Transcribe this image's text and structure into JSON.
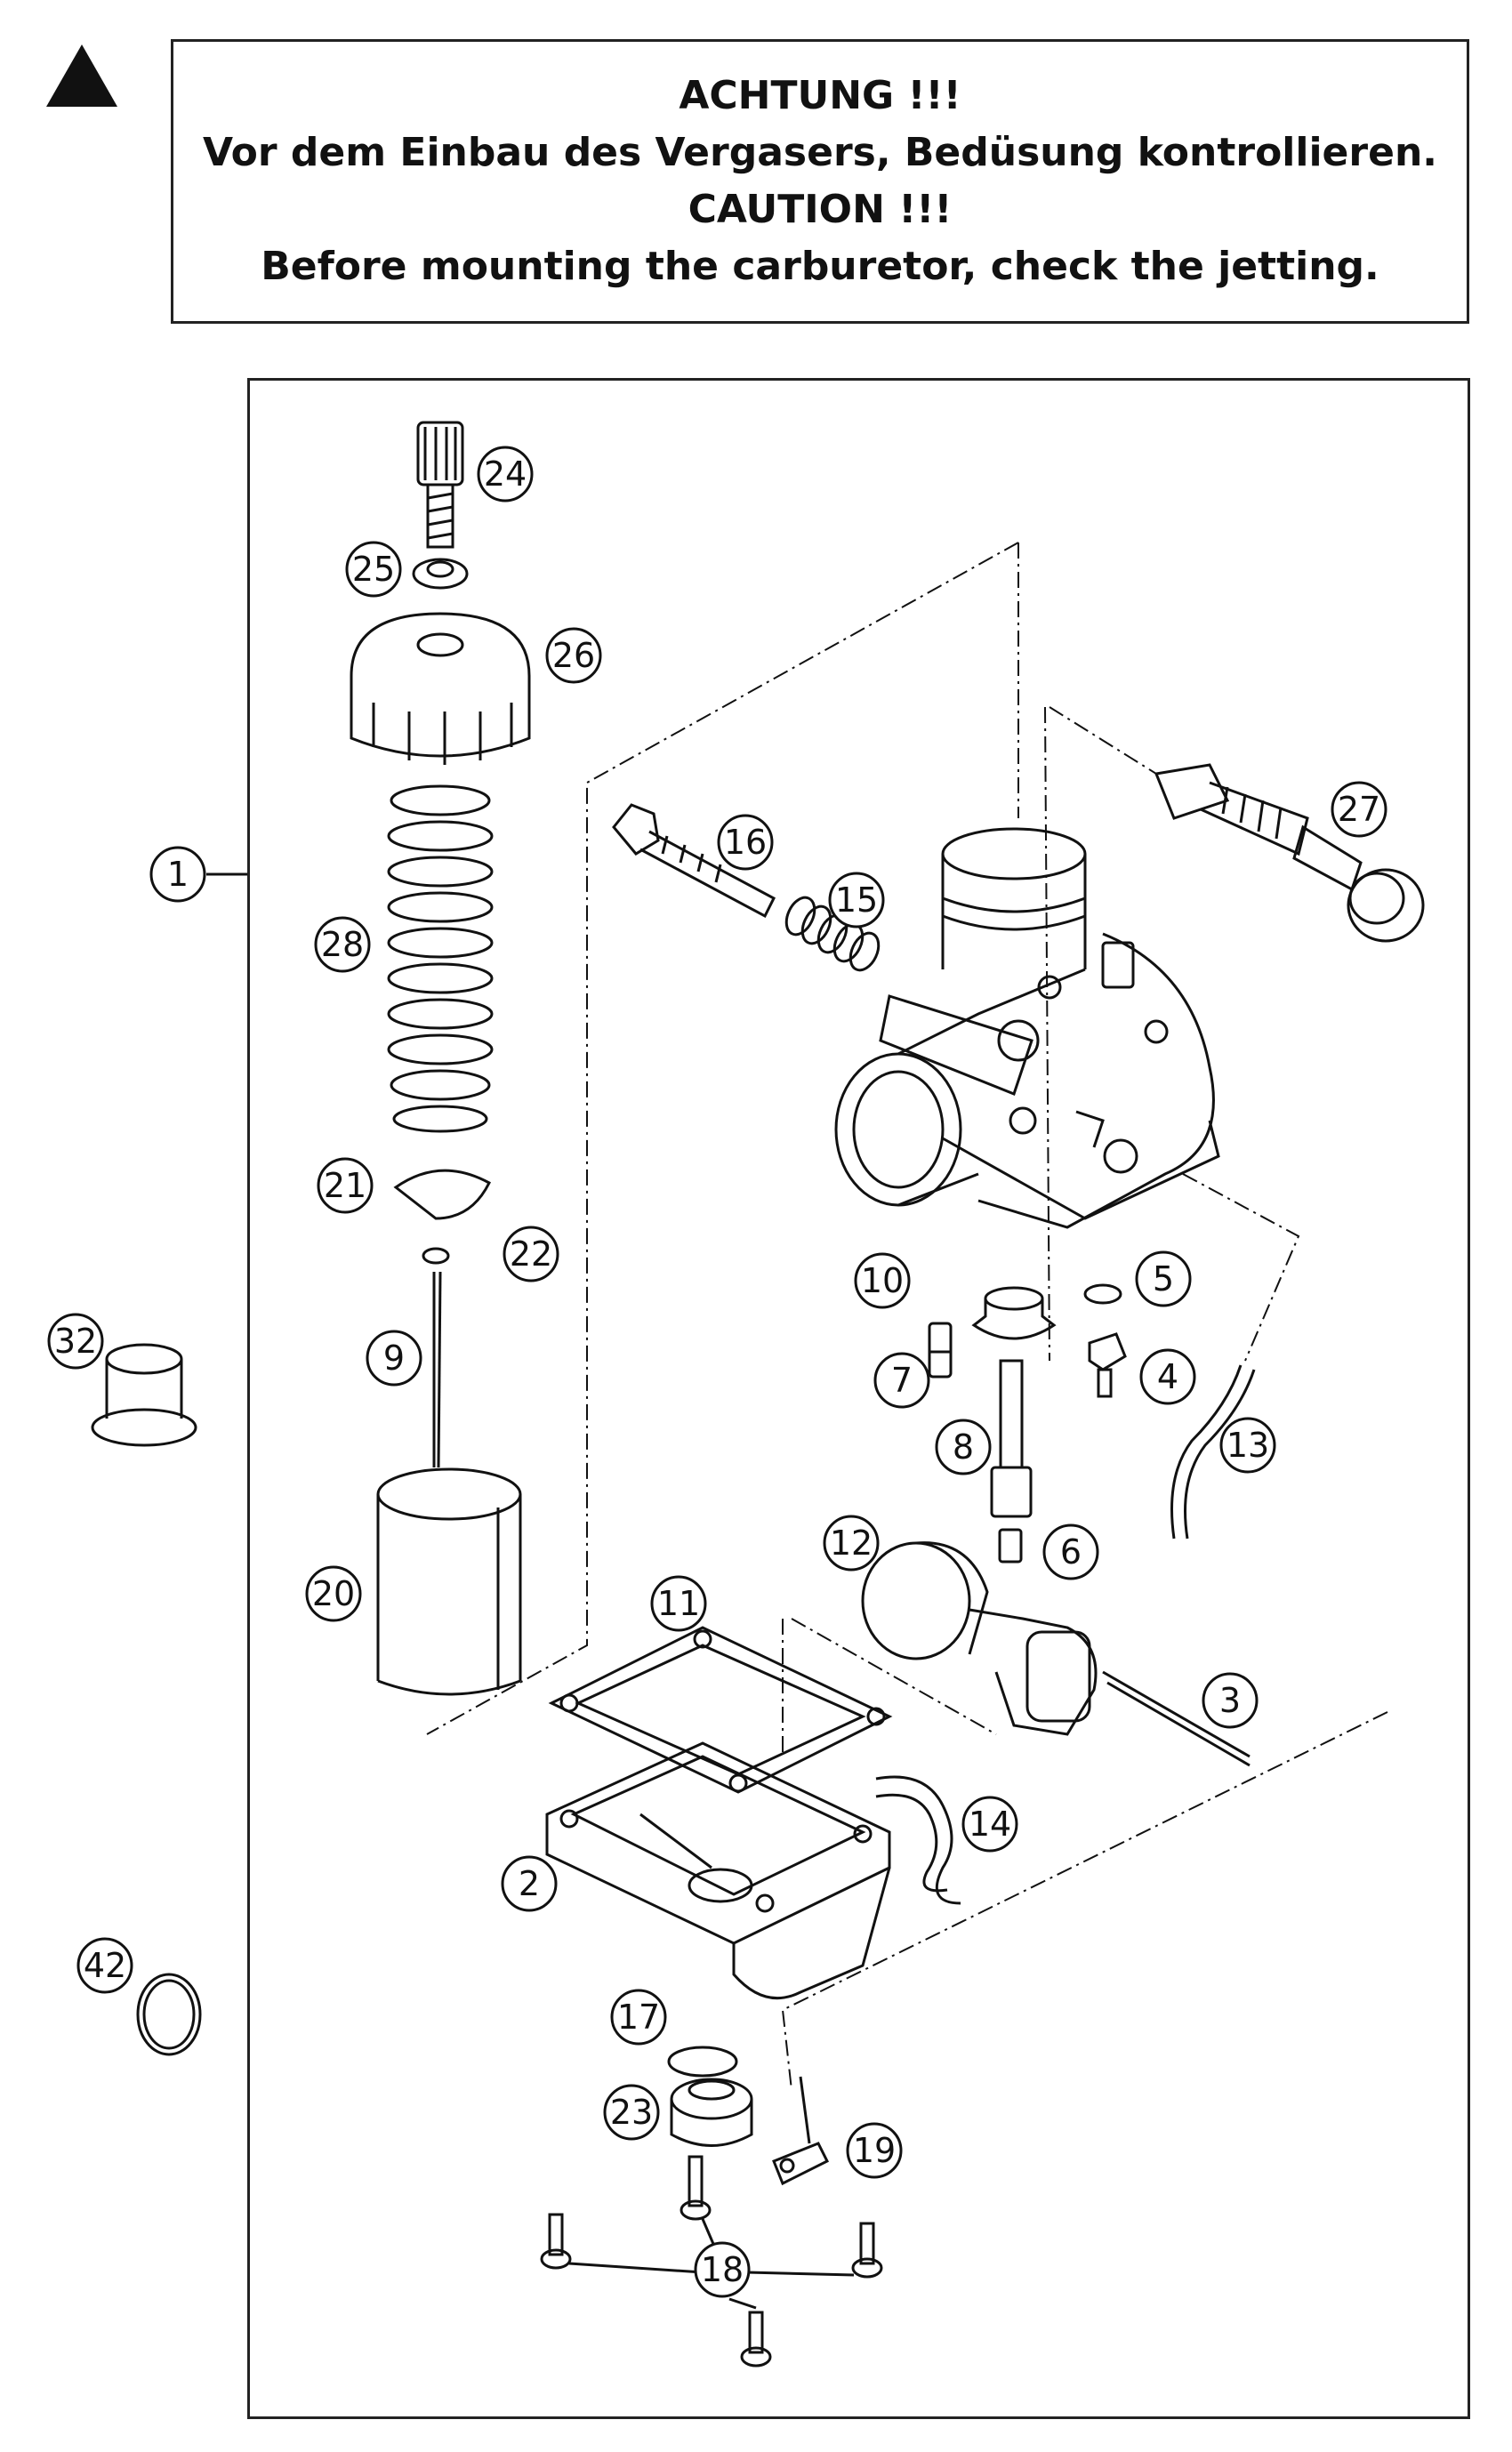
{
  "caution": {
    "lines": [
      "ACHTUNG !!!",
      "Vor dem Einbau des Vergasers, Bedüsung kontrollieren.",
      "CAUTION !!!",
      "Before mounting the carburetor, check the jetting."
    ]
  },
  "callouts": [
    "1",
    "2",
    "3",
    "4",
    "5",
    "6",
    "7",
    "8",
    "9",
    "10",
    "11",
    "12",
    "13",
    "14",
    "15",
    "16",
    "17",
    "18",
    "19",
    "20",
    "21",
    "22",
    "23",
    "24",
    "25",
    "26",
    "27",
    "28",
    "32",
    "42"
  ]
}
